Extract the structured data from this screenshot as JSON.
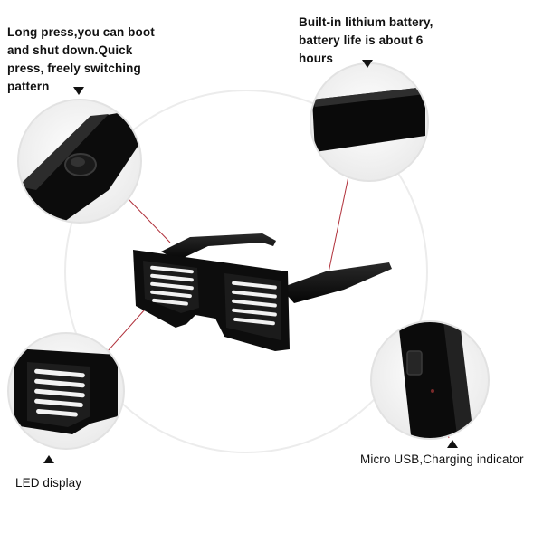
{
  "callouts": {
    "top_left": "Long press,you can boot\nand shut down.Quick\npress, freely switching\npattern",
    "top_right": "Built-in lithium battery,\nbattery life is about 6\nhours",
    "bottom_left": "LED display",
    "bottom_right": "Micro USB,Charging indicator"
  },
  "colors": {
    "frame": "#111111",
    "lens_bars": "#f2f2f2",
    "leader_line": "#b0303a",
    "circle_stroke": "#e6e6e6"
  }
}
